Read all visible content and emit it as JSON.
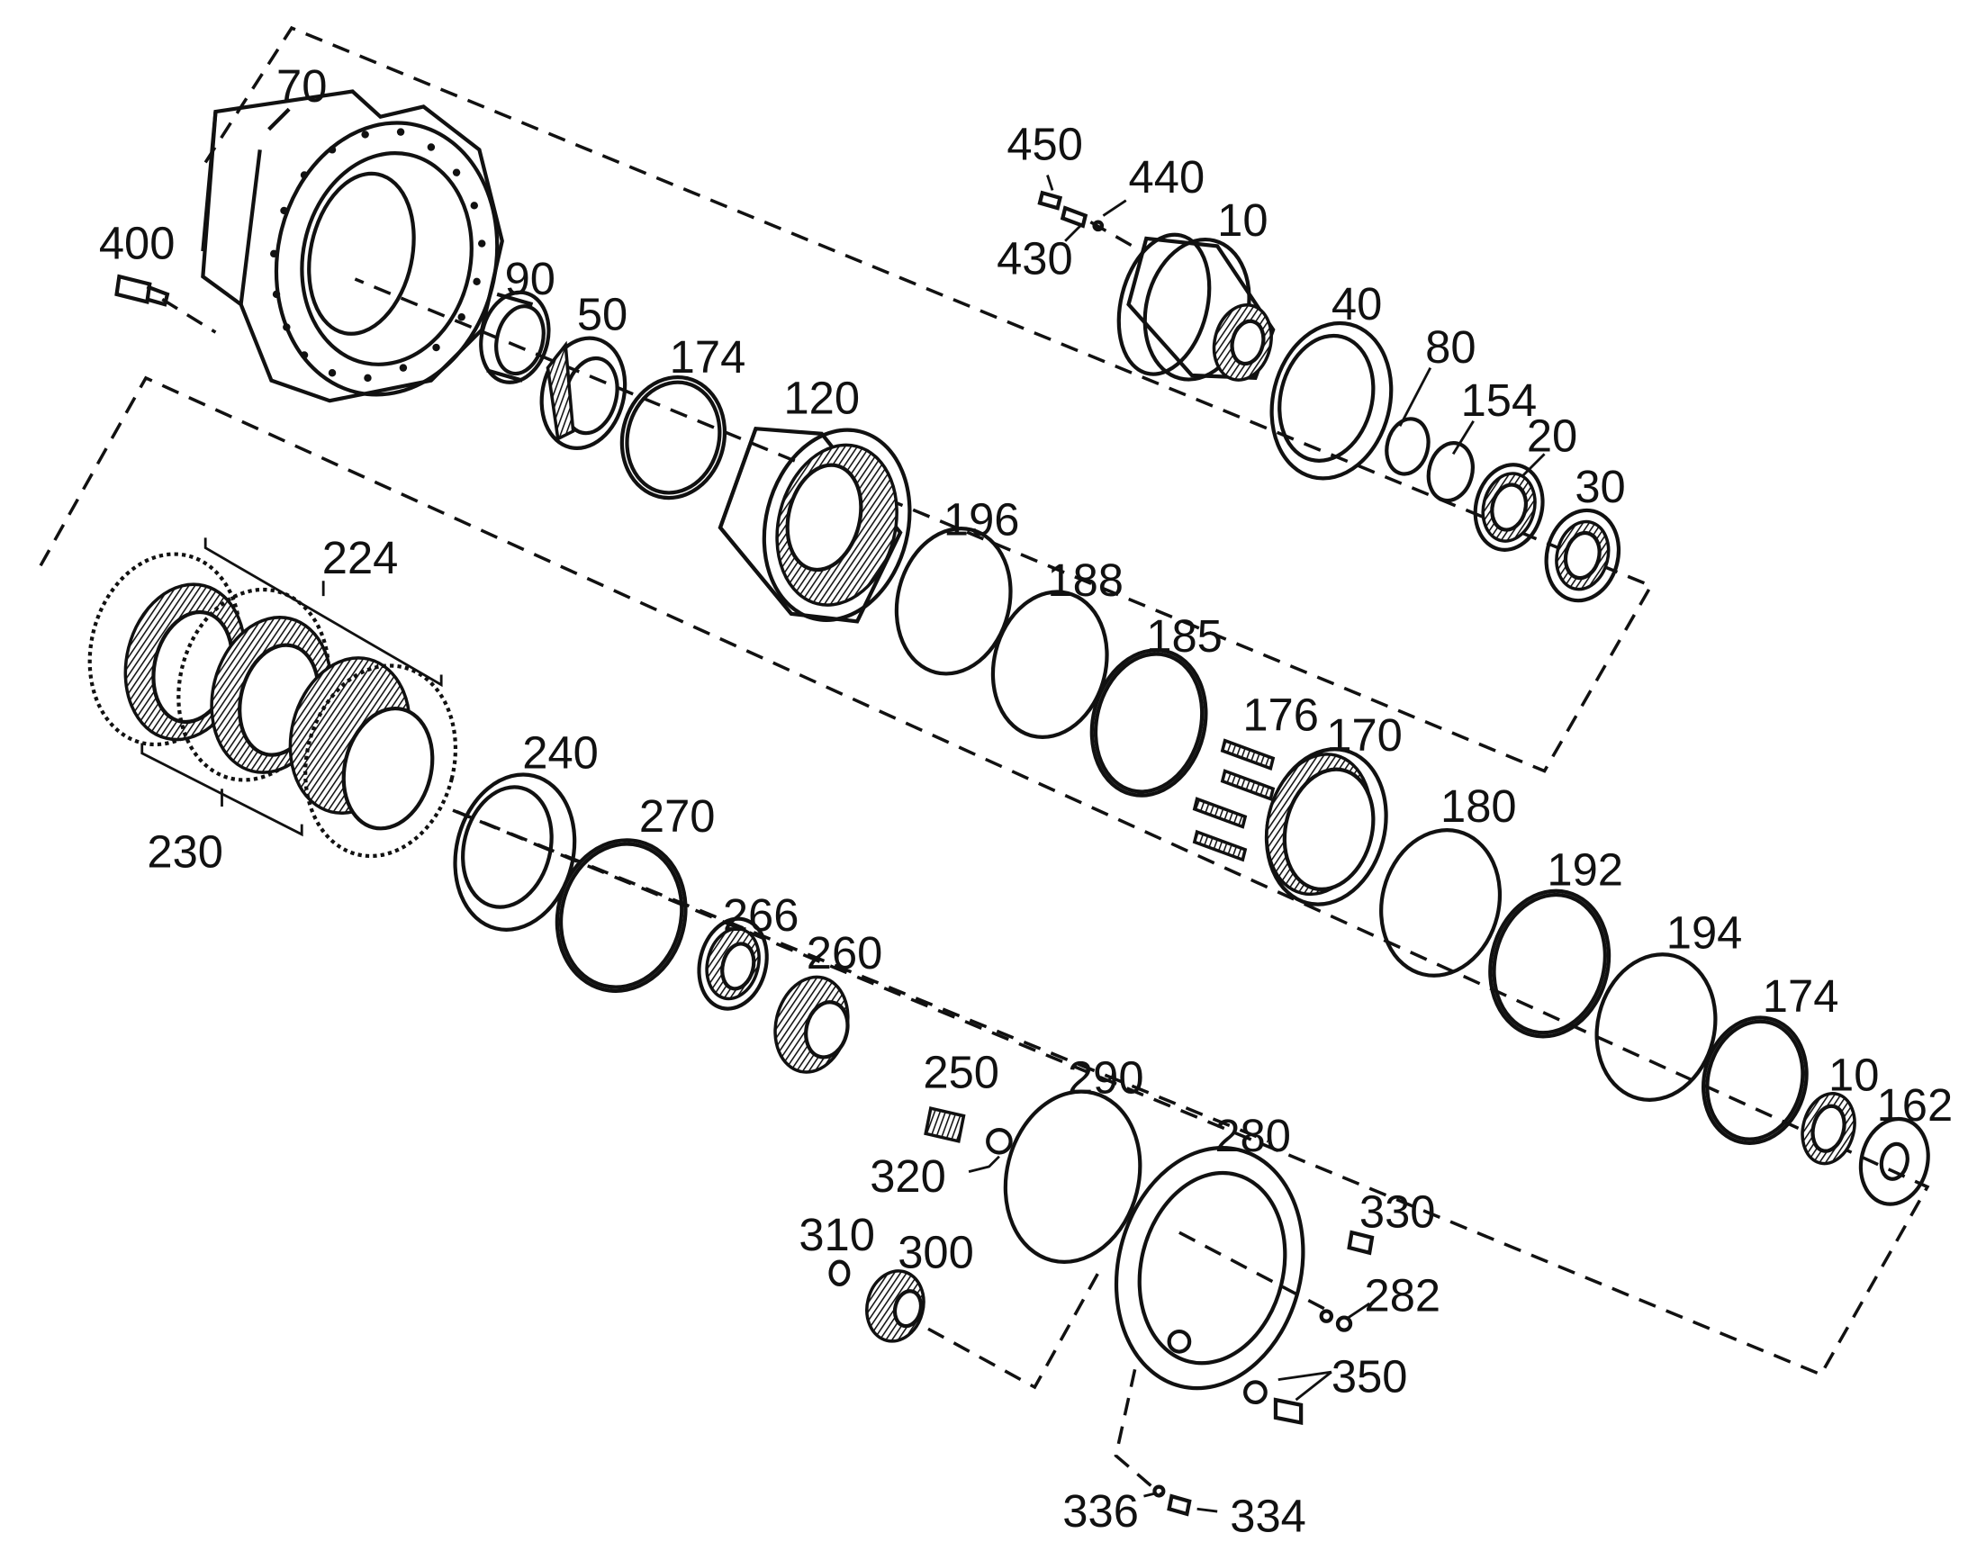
{
  "diagram": {
    "type": "exploded-view parts drawing",
    "callouts": [
      {
        "id": "c70",
        "text": "70"
      },
      {
        "id": "c400",
        "text": "400"
      },
      {
        "id": "c90",
        "text": "90"
      },
      {
        "id": "c50",
        "text": "50"
      },
      {
        "id": "c174a",
        "text": "174"
      },
      {
        "id": "c120",
        "text": "120"
      },
      {
        "id": "c450",
        "text": "450"
      },
      {
        "id": "c440",
        "text": "440"
      },
      {
        "id": "c430",
        "text": "430"
      },
      {
        "id": "c10a",
        "text": "10"
      },
      {
        "id": "c40",
        "text": "40"
      },
      {
        "id": "c80",
        "text": "80"
      },
      {
        "id": "c154",
        "text": "154"
      },
      {
        "id": "c20",
        "text": "20"
      },
      {
        "id": "c30",
        "text": "30"
      },
      {
        "id": "c196",
        "text": "196"
      },
      {
        "id": "c188",
        "text": "188"
      },
      {
        "id": "c185",
        "text": "185"
      },
      {
        "id": "c176",
        "text": "176"
      },
      {
        "id": "c170",
        "text": "170"
      },
      {
        "id": "c224",
        "text": "224"
      },
      {
        "id": "c230",
        "text": "230"
      },
      {
        "id": "c240",
        "text": "240"
      },
      {
        "id": "c270",
        "text": "270"
      },
      {
        "id": "c266",
        "text": "266"
      },
      {
        "id": "c260",
        "text": "260"
      },
      {
        "id": "c180",
        "text": "180"
      },
      {
        "id": "c192",
        "text": "192"
      },
      {
        "id": "c194",
        "text": "194"
      },
      {
        "id": "c174b",
        "text": "174"
      },
      {
        "id": "c10b",
        "text": "10"
      },
      {
        "id": "c162",
        "text": "162"
      },
      {
        "id": "c250",
        "text": "250"
      },
      {
        "id": "c290",
        "text": "290"
      },
      {
        "id": "c320",
        "text": "320"
      },
      {
        "id": "c280",
        "text": "280"
      },
      {
        "id": "c330",
        "text": "330"
      },
      {
        "id": "c310",
        "text": "310"
      },
      {
        "id": "c300",
        "text": "300"
      },
      {
        "id": "c282",
        "text": "282"
      },
      {
        "id": "c350",
        "text": "350"
      },
      {
        "id": "c336",
        "text": "336"
      },
      {
        "id": "c334",
        "text": "334"
      }
    ]
  },
  "colors": {
    "ink": "#111111",
    "background": "#ffffff"
  }
}
